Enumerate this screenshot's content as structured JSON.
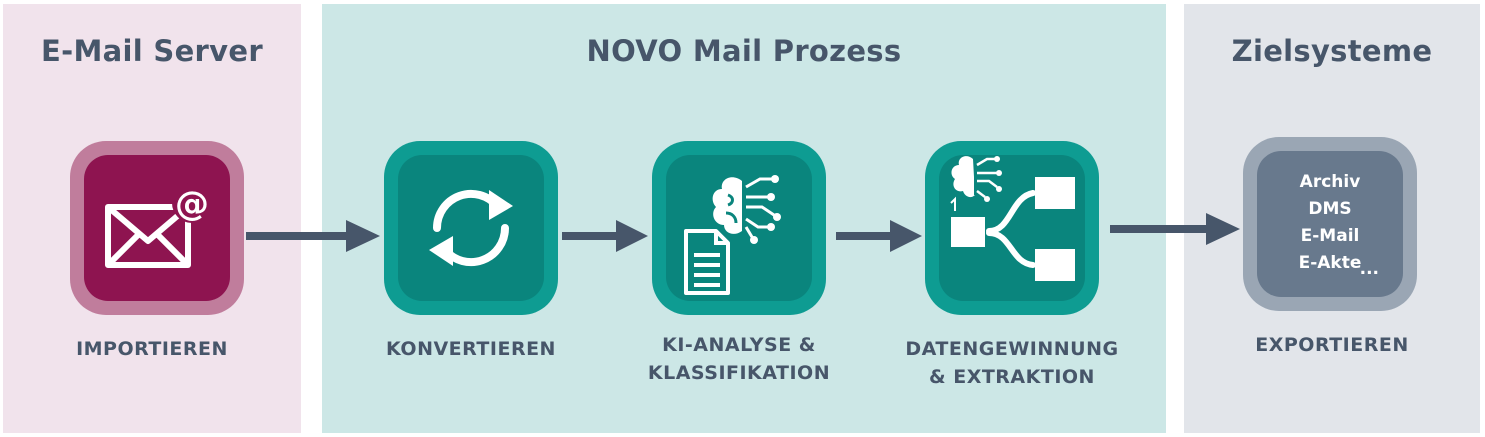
{
  "panels": {
    "email_server": {
      "title": "E-Mail Server"
    },
    "novo": {
      "title": "NOVO Mail Prozess"
    },
    "ziel": {
      "title": "Zielsysteme"
    }
  },
  "steps": {
    "import": {
      "label": "IMPORTIEREN",
      "icon": "email-at-icon"
    },
    "convert": {
      "label": "KONVERTIEREN",
      "icon": "refresh-icon"
    },
    "analyse": {
      "label_line1": "KI-ANALYSE &",
      "label_line2": "KLASSIFIKATION",
      "icon": "ai-document-icon"
    },
    "extract": {
      "label_line1": "DATENGEWINNUNG",
      "label_line2": "& EXTRAKTION",
      "icon": "data-extraction-icon"
    },
    "export": {
      "label": "EXPORTIEREN",
      "targets": [
        "Archiv",
        "DMS",
        "E-Mail",
        "E-Akte"
      ],
      "more": "..."
    }
  },
  "colors": {
    "email_panel_bg": "#f1e3ec",
    "novo_panel_bg": "#cce7e6",
    "ziel_panel_bg": "#e2e5ea",
    "magenta": "#8e1450",
    "teal": "#0a857d",
    "grey_blue": "#68798d",
    "text": "#47566a",
    "arrow": "#47566a"
  }
}
